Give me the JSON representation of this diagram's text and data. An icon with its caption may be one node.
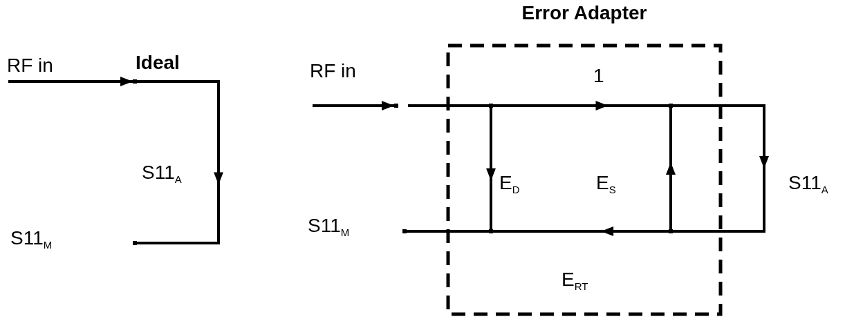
{
  "diagram": {
    "nodes": [
      {
        "text": [],
        "shape": "point"
      },
      {
        "text": [],
        "shape": "point"
      },
      {
        "text": [
          "Error Adapter"
        ]
      },
      {
        "text": [],
        "shape": "point"
      },
      {
        "text": [],
        "shape": "point",
        "beside": [
          "S11$_{M}$"
        ]
      },
      {
        "text": [],
        "shape": "point",
        "in": 2
      },
      {
        "text": [],
        "shape": "point",
        "in": 2
      },
      {
        "text": [],
        "shape": "point",
        "in": 2
      },
      {
        "text": [],
        "shape": "point",
        "in": 2
      }
    ],
    "edges": [
      {
        "from": null,
        "to": 0,
        "arrow": "to"
      },
      {
        "from": 0,
        "to": 1,
        "arrow": "to",
        "label": "S11$_{A}$"
      },
      {
        "from": null,
        "to": 3,
        "arrow": "to"
      },
      {
        "from": 3,
        "to": 5,
        "arrow": "none"
      },
      {
        "from": 5,
        "to": 7,
        "arrow": "to",
        "label": "1"
      },
      {
        "from": 5,
        "to": 6,
        "arrow": "to",
        "label": "E$_{D}$"
      },
      {
        "from": 8,
        "to": 7,
        "arrow": "to",
        "label": "E$_{S}$"
      },
      {
        "from": 7,
        "to": 8,
        "arrow": "to",
        "label": "S11$_{A}$"
      },
      {
        "from": 8,
        "to": 6,
        "arrow": "to",
        "label": "E$_{RT}$"
      },
      {
        "from": 6,
        "to": 4,
        "arrow": "none"
      }
    ],
    "labels": [
      "RF in",
      "Ideal",
      "S11$_{M}$",
      "RF in"
    ]
  }
}
